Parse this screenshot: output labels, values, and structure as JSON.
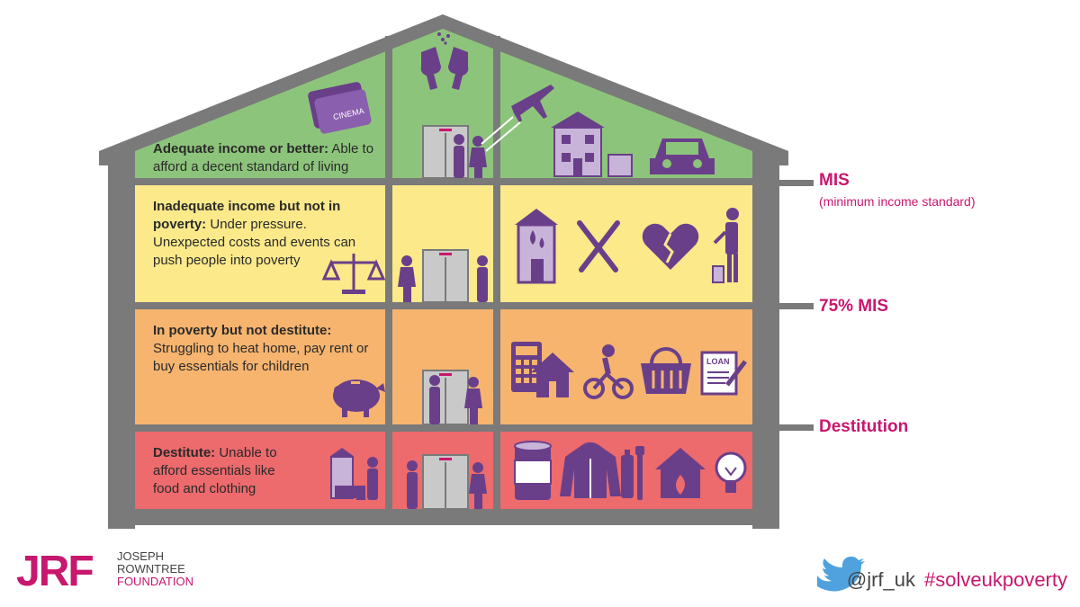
{
  "levels": [
    {
      "bold": "Adequate income or better:",
      "rest": " Able to afford a decent standard of living",
      "color": "#8dc47b"
    },
    {
      "bold": "Inadequate income but not in poverty:",
      "rest": " Under pressure. Unexpected costs and events can push people into poverty",
      "color": "#fbe98a"
    },
    {
      "bold": "In poverty but not destitute:",
      "rest": " Struggling to heat home, pay rent or buy essentials for children",
      "color": "#f6b46f"
    },
    {
      "bold": "Destitute:",
      "rest": " Unable to afford essentials like food and clothing",
      "color": "#ed6a6d"
    }
  ],
  "thresholds": {
    "mis": "MIS",
    "mis_sub": "(minimum income standard)",
    "mis75": "75% MIS",
    "destitution": "Destitution"
  },
  "icons": {
    "cinema_text": "CINEMA",
    "loan_text": "LOAN"
  },
  "logo": {
    "short": "JRF",
    "line1": "JOSEPH",
    "line2": "ROWNTREE",
    "line3": "FOUNDATION"
  },
  "footer": {
    "handle": "@jrf_uk",
    "hashtag": "#solveukpoverty"
  },
  "colors": {
    "frame": "#7a7a7a",
    "icon": "#6a3f8a",
    "accent": "#c8176e"
  }
}
